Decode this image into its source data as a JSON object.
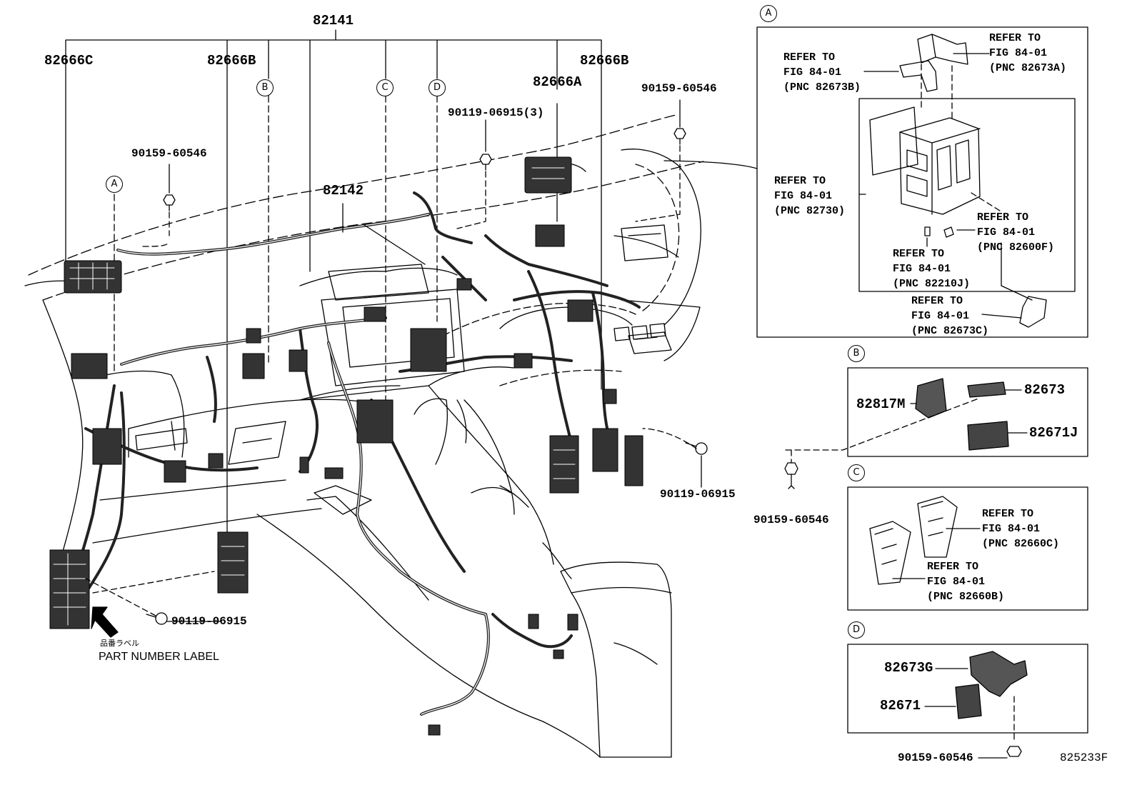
{
  "diagram": {
    "figure_code": "825233F",
    "main_labels": {
      "harness_main": "82141",
      "harness_sub": "82142",
      "block_left": "82666C",
      "block_b_left": "82666B",
      "block_b_right": "82666B",
      "block_a": "82666A",
      "bolt_top_right": "90159-60546",
      "bolt_top_left": "90159-60546",
      "bolt_center": "90119-06915(3)",
      "bolt_right": "90119-06915",
      "bolt_bottom": "90119-06915"
    },
    "callouts": {
      "a": "A",
      "b": "B",
      "c": "C",
      "d": "D"
    },
    "part_label_jp": "品番ラベル",
    "part_label": "PART NUMBER LABEL",
    "panel_a": {
      "ref_1": "REFER TO\nFIG 84-01\n(PNC 82673A)",
      "ref_2": "REFER TO\nFIG 84-01\n(PNC 82673B)",
      "ref_3": "REFER TO\nFIG 84-01\n(PNC 82730)",
      "ref_4": "REFER TO\nFIG 84-01\n(PNC 82600F)",
      "ref_5": "REFER TO\nFIG 84-01\n(PNC 82210J)",
      "ref_6": "REFER TO\nFIG 84-01\n(PNC 82673C)"
    },
    "panel_b": {
      "p1": "82817M",
      "p2": "82673",
      "p3": "82671J",
      "bolt": "90159-60546"
    },
    "panel_c": {
      "ref_1": "REFER TO\nFIG 84-01\n(PNC 82660C)",
      "ref_2": "REFER TO\nFIG 84-01\n(PNC 82660B)"
    },
    "panel_d": {
      "p1": "82673G",
      "p2": "82671",
      "bolt": "90159-60546"
    }
  }
}
